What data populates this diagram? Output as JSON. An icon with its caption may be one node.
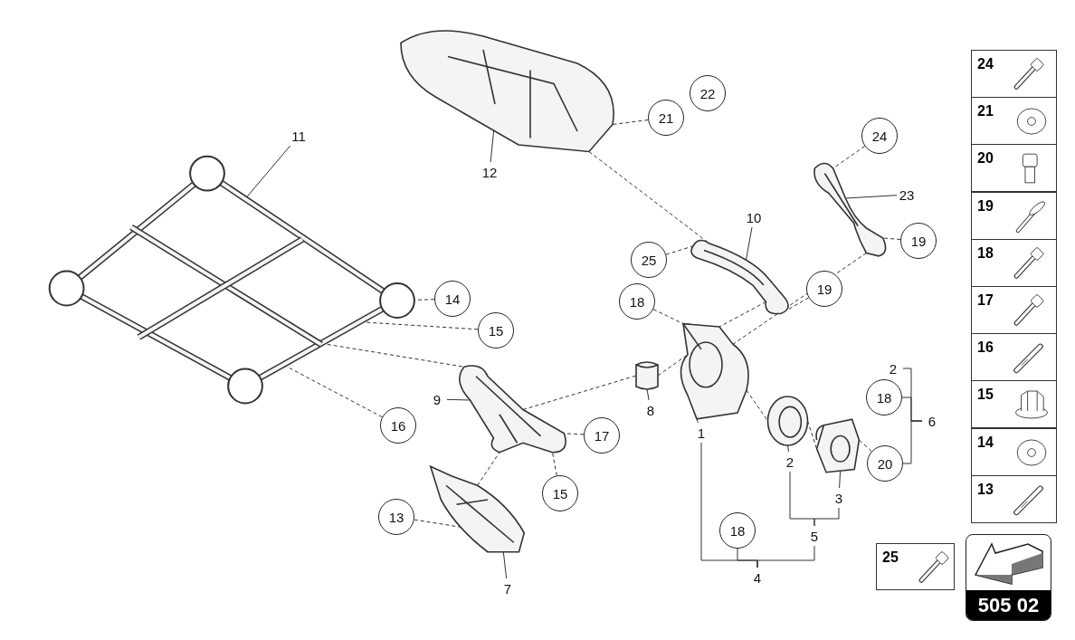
{
  "diagram": {
    "nodes": [
      {
        "text": [],
        "shape": "picture"
      },
      {
        "text": [],
        "shape": "picture"
      },
      {
        "text": [],
        "shape": "picture"
      },
      {
        "text": [],
        "shape": "picture"
      },
      {
        "text": [],
        "shape": "picture"
      },
      {
        "text": [],
        "shape": "picture"
      },
      {
        "text": [],
        "shape": "picture"
      },
      {
        "text": [],
        "shape": "picture"
      },
      {
        "text": [],
        "shape": "picture"
      },
      {
        "text": [],
        "shape": "picture"
      },
      {
        "text": [
          "22"
        ]
      },
      {
        "text": [
          "21"
        ]
      },
      {
        "text": [
          "11"
        ]
      },
      {
        "text": [
          "12"
        ]
      },
      {
        "text": [
          "24"
        ]
      },
      {
        "text": [
          "23"
        ]
      },
      {
        "text": [
          "10"
        ]
      },
      {
        "text": [
          "25"
        ]
      },
      {
        "text": [
          "19"
        ]
      },
      {
        "text": [
          "19"
        ]
      },
      {
        "text": [
          "18"
        ]
      },
      {
        "text": [
          "14"
        ]
      },
      {
        "text": [
          "15"
        ]
      },
      {
        "text": [
          "16"
        ]
      },
      {
        "text": [
          "9"
        ]
      },
      {
        "text": [
          "8"
        ]
      },
      {
        "text": [
          "1"
        ]
      },
      {
        "text": [
          "17"
        ]
      },
      {
        "text": [
          "15"
        ]
      },
      {
        "text": [
          "13"
        ]
      },
      {
        "text": [
          "7"
        ]
      },
      {
        "text": [
          "2"
        ]
      },
      {
        "text": [
          "3"
        ]
      },
      {
        "text": [
          "18"
        ]
      },
      {
        "text": [
          "5"
        ]
      },
      {
        "text": [
          "4"
        ]
      },
      {
        "text": [
          "2"
        ]
      },
      {
        "text": [
          "18"
        ]
      },
      {
        "text": [
          "6"
        ]
      },
      {
        "text": [
          "20"
        ]
      },
      {
        "text": [
          "24"
        ]
      },
      {
        "text": [
          "21"
        ]
      },
      {
        "text": [
          "20"
        ]
      },
      {
        "text": [
          "19"
        ]
      },
      {
        "text": [
          "18"
        ]
      },
      {
        "text": [
          "17"
        ]
      },
      {
        "text": [
          "16"
        ]
      },
      {
        "text": [
          "15"
        ]
      },
      {
        "text": [
          "14"
        ]
      },
      {
        "text": [
          "13"
        ]
      },
      {
        "text": [
          "25"
        ]
      },
      {
        "text": [
          "505 02"
        ]
      }
    ],
    "edges": [
      {
        "from": 12,
        "to": 0,
        "arrow": "none"
      },
      {
        "from": 13,
        "to": 1,
        "arrow": "none"
      },
      {
        "from": 11,
        "to": 1,
        "arrow": "none",
        "style": "dashed"
      },
      {
        "from": 14,
        "to": 3,
        "arrow": "none",
        "style": "dashed"
      },
      {
        "from": 15,
        "to": 3,
        "arrow": "none"
      },
      {
        "from": 16,
        "to": 2,
        "arrow": "none"
      },
      {
        "from": 17,
        "to": 2,
        "arrow": "none",
        "style": "dashed"
      },
      {
        "from": 18,
        "to": 3,
        "arrow": "none",
        "style": "dashed"
      },
      {
        "from": 19,
        "to": 2,
        "arrow": "none",
        "style": "dashed"
      },
      {
        "from": 20,
        "to": 4,
        "arrow": "none",
        "style": "dashed"
      },
      {
        "from": 21,
        "to": 0,
        "arrow": "none",
        "style": "dashed"
      },
      {
        "from": 22,
        "to": 0,
        "arrow": "none",
        "style": "dashed"
      },
      {
        "from": 23,
        "to": 0,
        "arrow": "none",
        "style": "dashed"
      },
      {
        "from": 24,
        "to": 6,
        "arrow": "none"
      },
      {
        "from": 25,
        "to": 5,
        "arrow": "none"
      },
      {
        "from": 27,
        "to": 6,
        "arrow": "none",
        "style": "dashed"
      },
      {
        "from": 28,
        "to": 6,
        "arrow": "none",
        "style": "dashed"
      },
      {
        "from": 29,
        "to": 7,
        "arrow": "none",
        "style": "dashed"
      },
      {
        "from": 30,
        "to": 7,
        "arrow": "none"
      },
      {
        "from": 31,
        "to": 8,
        "arrow": "none"
      },
      {
        "from": 32,
        "to": 9,
        "arrow": "none"
      },
      {
        "from": 39,
        "to": 9,
        "arrow": "none",
        "style": "dashed"
      },
      {
        "from": 1,
        "to": 2,
        "arrow": "none",
        "style": "dashed"
      },
      {
        "from": 0,
        "to": 6,
        "arrow": "none",
        "style": "dashed"
      },
      {
        "from": 7,
        "to": 6,
        "arrow": "none",
        "style": "dashed"
      },
      {
        "from": 6,
        "to": 5,
        "arrow": "none",
        "style": "dashed"
      },
      {
        "from": 5,
        "to": 4,
        "arrow": "none",
        "style": "dashed"
      },
      {
        "from": 4,
        "to": 8,
        "arrow": "none",
        "style": "dashed"
      },
      {
        "from": 8,
        "to": 9,
        "arrow": "none",
        "style": "dashed"
      },
      {
        "from": 3,
        "to": 4,
        "arrow": "none",
        "style": "dashed"
      },
      {
        "from": 2,
        "to": 4,
        "arrow": "none",
        "style": "dashed"
      },
      {
        "from": 35,
        "to": 26,
        "arrow": "none"
      },
      {
        "from": 35,
        "to": 33,
        "arrow": "none"
      },
      {
        "from": 35,
        "to": 34,
        "arrow": "none"
      },
      {
        "from": 34,
        "to": 31,
        "arrow": "none"
      },
      {
        "from": 34,
        "to": 32,
        "arrow": "none"
      },
      {
        "from": 38,
        "to": 36,
        "arrow": "none"
      },
      {
        "from": 38,
        "to": 37,
        "arrow": "none"
      },
      {
        "from": 38,
        "to": 39,
        "arrow": "none"
      },
      {
        "from": 26,
        "to": 4,
        "arrow": "none"
      }
    ]
  }
}
